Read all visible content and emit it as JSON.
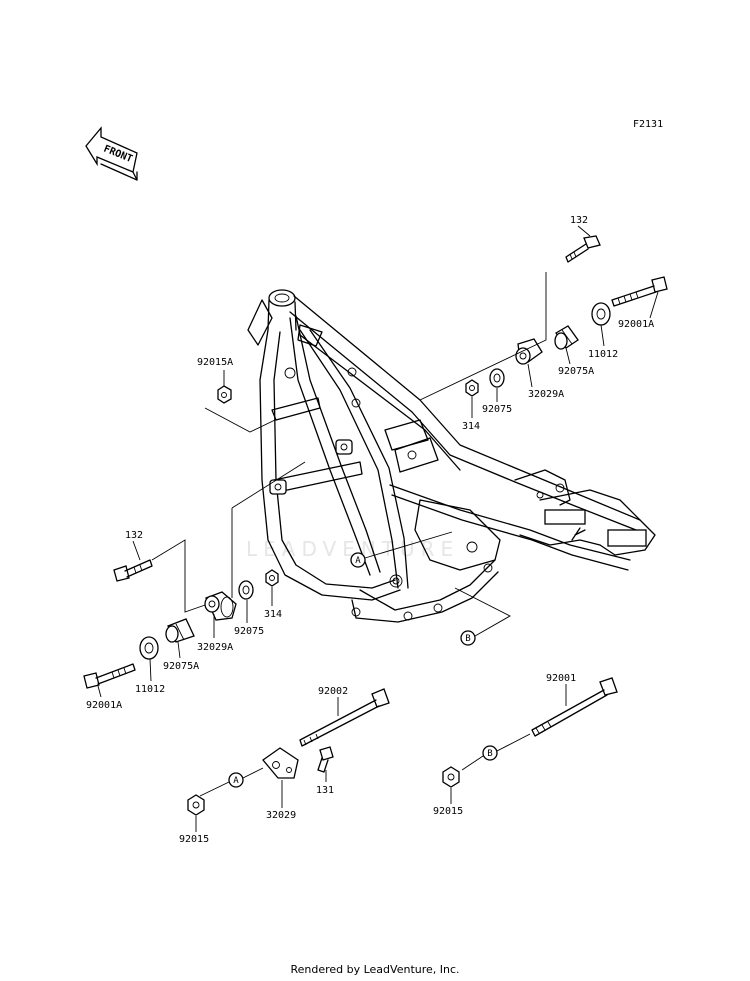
{
  "diagram": {
    "figure_code": "F2131",
    "front_arrow": "FRONT",
    "watermark": "LEADVENTURE",
    "callouts": {
      "A_main": "A",
      "B_main": "B",
      "A_detail": "A",
      "B_detail": "B"
    },
    "labels": {
      "p132_top": "132",
      "p92001A_top": "92001A",
      "p11012_top": "11012",
      "p92075A_top": "92075A",
      "p32029A_top": "32029A",
      "p92075_top": "92075",
      "p314_top": "314",
      "p92015A": "92015A",
      "p132_left": "132",
      "p32029A_left": "32029A",
      "p92075_left": "92075",
      "p314_left": "314",
      "p92075A_left": "92075A",
      "p11012_left": "11012",
      "p92001A_left": "92001A",
      "p92002": "92002",
      "p131": "131",
      "p32029": "32029",
      "p92015_left": "92015",
      "p92001": "92001",
      "p92015_right": "92015"
    }
  },
  "footer": {
    "text": "Rendered by LeadVenture, Inc."
  }
}
